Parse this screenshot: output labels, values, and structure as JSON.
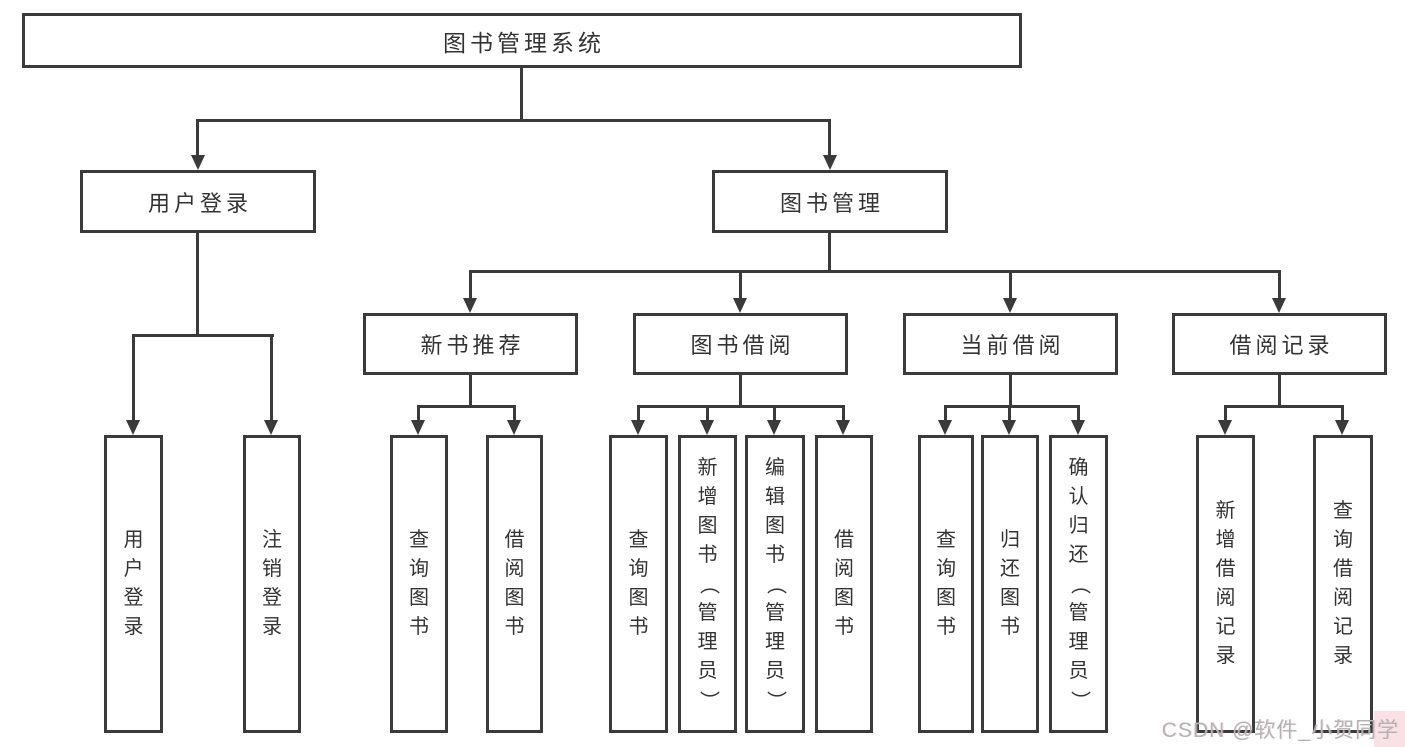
{
  "tree": {
    "root": "图书管理系统",
    "branches": [
      {
        "label": "用户登录",
        "children": [
          "用户登录",
          "注销登录"
        ]
      },
      {
        "label": "图书管理",
        "sections": [
          {
            "label": "新书推荐",
            "children": [
              "查询图书",
              "借阅图书"
            ]
          },
          {
            "label": "图书借阅",
            "children": [
              "查询图书",
              "新增图书（管理员）",
              "编辑图书（管理员）",
              "借阅图书"
            ]
          },
          {
            "label": "当前借阅",
            "children": [
              "查询图书",
              "归还图书",
              "确认归还（管理员）"
            ]
          },
          {
            "label": "借阅记录",
            "children": [
              "新增借阅记录",
              "查询借阅记录"
            ]
          }
        ]
      }
    ]
  },
  "watermark": {
    "text": "CSDN @软件_小贺同学"
  },
  "colors": {
    "line": "#3a3a3a",
    "text": "#333333",
    "watermark": "#b3b3b3",
    "background": "#ffffff"
  }
}
